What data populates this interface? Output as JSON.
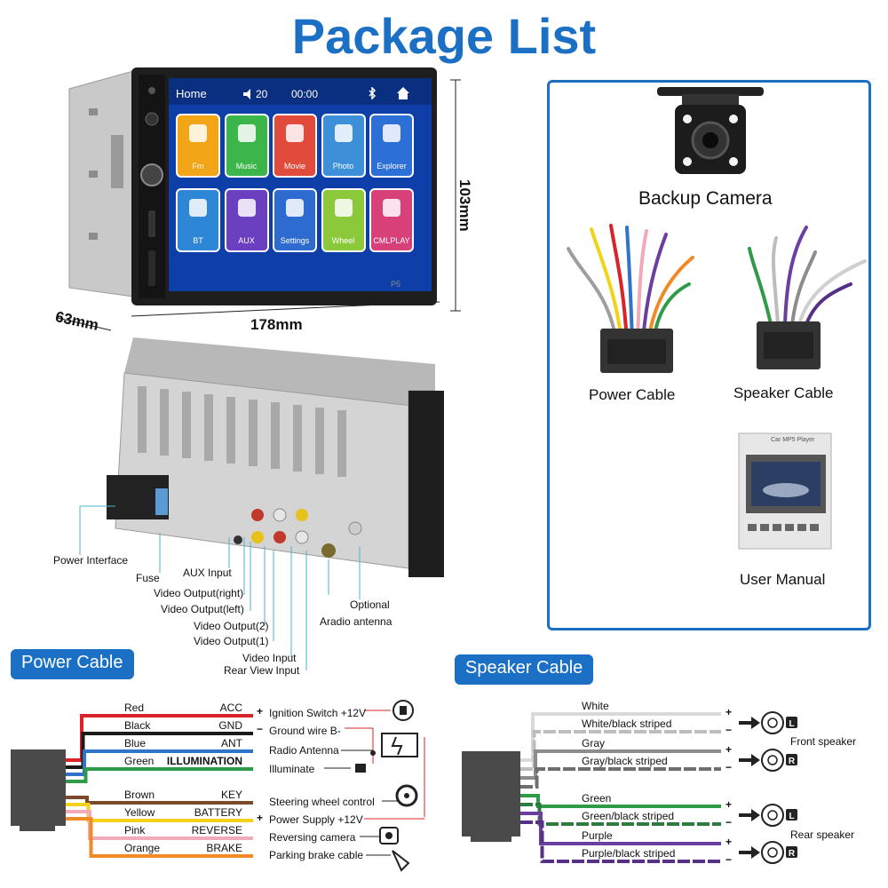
{
  "title": "Package List",
  "head_unit": {
    "screen": {
      "home": "Home",
      "volume": "20",
      "time": "00:00",
      "apps": [
        "Fm",
        "Music",
        "Movie",
        "Photo",
        "Explorer",
        "BT",
        "AUX",
        "Settings",
        "Wheel",
        "CMLPLAY"
      ],
      "app_colors": [
        "#f2a516",
        "#3cb64a",
        "#e04b3c",
        "#3d8fd8",
        "#2c6fd6",
        "#2e86d6",
        "#6a3fc0",
        "#2e6bd0",
        "#8bc93b",
        "#d8407a"
      ],
      "model": "P5"
    },
    "dimensions": {
      "height": "103mm",
      "width": "178mm",
      "depth": "63mm"
    },
    "back_labels": {
      "power_interface": "Power Interface",
      "fuse": "Fuse",
      "aux_input": "AUX Input",
      "video_output_right": "Video Output(right)",
      "video_output_left": "Video Output(left)",
      "video_output_2": "Video Output(2)",
      "video_output_1": "Video Output(1)",
      "video_input": "Video Input",
      "rear_view_input": "Rear View Input",
      "optional": "Optional",
      "aradio_antenna": "Aradio antenna"
    }
  },
  "package": {
    "backup_camera": "Backup Camera",
    "power_cable": "Power Cable",
    "speaker_cable": "Speaker Cable",
    "user_manual": "User Manual",
    "manual_cover_text": "Car MP5 Player"
  },
  "power_cable": {
    "heading": "Power Cable",
    "wires": [
      {
        "color": "Red",
        "code": "ACC",
        "hex": "#d8232a"
      },
      {
        "color": "Black",
        "code": "GND",
        "hex": "#1a1a1a"
      },
      {
        "color": "Blue",
        "code": "ANT",
        "hex": "#2f74c9"
      },
      {
        "color": "Green",
        "code": "ILLUMINATION",
        "hex": "#2f9b48"
      },
      {
        "color": "Brown",
        "code": "KEY",
        "hex": "#7a4a2a"
      },
      {
        "color": "Yellow",
        "code": "BATTERY",
        "hex": "#f3d21a"
      },
      {
        "color": "Pink",
        "code": "REVERSE",
        "hex": "#f2a9b8"
      },
      {
        "color": "Orange",
        "code": "BRAKE",
        "hex": "#ef8a26"
      }
    ],
    "functions": {
      "ignition": "Ignition Switch +12V",
      "ground": "Ground wire B-",
      "radio_antenna": "Radio Antenna",
      "illuminate": "Illuminate",
      "steering": "Steering wheel control",
      "power_supply": "Power Supply +12V",
      "reversing": "Reversing camera",
      "parking": "Parking brake cable"
    }
  },
  "speaker_cable": {
    "heading": "Speaker Cable",
    "wires": [
      {
        "label": "White",
        "hex": "#d9d9d9"
      },
      {
        "label": "White/black striped",
        "hex": "#bdbdbd"
      },
      {
        "label": "Gray",
        "hex": "#8c8c8c"
      },
      {
        "label": "Gray/black striped",
        "hex": "#6e6e6e"
      },
      {
        "label": "Green",
        "hex": "#2f9b48"
      },
      {
        "label": "Green/black striped",
        "hex": "#2a7d3c"
      },
      {
        "label": "Purple",
        "hex": "#6a3fa0"
      },
      {
        "label": "Purple/black striped",
        "hex": "#553185"
      }
    ],
    "speaker_left_mark": "L",
    "speaker_right_mark": "R",
    "front_speaker": "Front speaker",
    "rear_speaker": "Rear speaker",
    "plus": "+",
    "minus": "−"
  }
}
